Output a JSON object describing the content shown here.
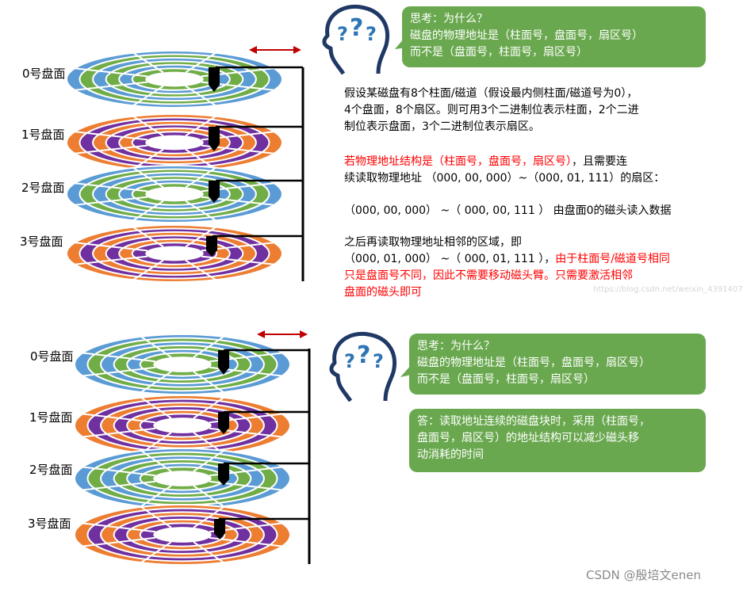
{
  "top": {
    "platter_labels": [
      "0号盘面",
      "1号盘面",
      "2号盘面",
      "3号盘面"
    ],
    "bubble": {
      "line1": "思考：为什么？",
      "line2": "磁盘的物理地址是（柱面号，盘面号，扇区号）",
      "line3": "而不是（盘面号，柱面号，扇区号）"
    },
    "para1": {
      "line1": "假设某磁盘有8个柱面/磁道（假设最内侧柱面/磁道号为0），",
      "line2": "4个盘面，8个扇区。则可用3个二进制位表示柱面，2个二进",
      "line3": "制位表示盘面，3个二进制位表示扇区。"
    },
    "para2": {
      "red": "若物理地址结构是（柱面号，盘面号，扇区号）",
      "after": "，且需要连",
      "line2": "续读取物理地址 （000, 00, 000）~（000, 01, 111）的扇区："
    },
    "para3": "（000, 00, 000） ~（ 000, 00, 111 ） 由盘面0的磁头读入数据",
    "para4": {
      "line1": "之后再读取物理地址相邻的区域，即",
      "line2_black": "（000, 01, 000） ~（ 000, 01, 111 ），",
      "line2_red": "由于柱面号/磁道号相同",
      "line3": "只是盘面号不同，因此不需要移动磁头臂。只需要激活相邻",
      "line4": "盘面的磁头即可"
    },
    "watermark": "https://blog.csdn.net/weixin_4391407"
  },
  "bottom": {
    "platter_labels": [
      "0号盘面",
      "1号盘面",
      "2号盘面",
      "3号盘面"
    ],
    "bubble1": {
      "line1": "思考：为什么？",
      "line2": "磁盘的物理地址是（柱面号，盘面号，扇区号）",
      "line3": "而不是（盘面号，柱面号，扇区号）"
    },
    "bubble2": {
      "line1": "答：读取地址连续的磁盘块时，采用（柱面号，",
      "line2": "盘面号，扇区号）的地址结构可以减少磁头移",
      "line3": "动消耗的时间"
    }
  },
  "footer_watermark": "CSDN @殷培文enen",
  "colors": {
    "green_bubble": "#6aa84f",
    "red_text": "#ff0000",
    "arrow_red": "#c00000",
    "platter_blue": "#5b9bd5",
    "platter_green": "#70ad47",
    "platter_orange": "#ed7d31",
    "platter_purple": "#7030a0"
  },
  "icons": [
    "head-question-icon",
    "head-question-icon",
    "double-arrow-icon",
    "double-arrow-icon"
  ]
}
